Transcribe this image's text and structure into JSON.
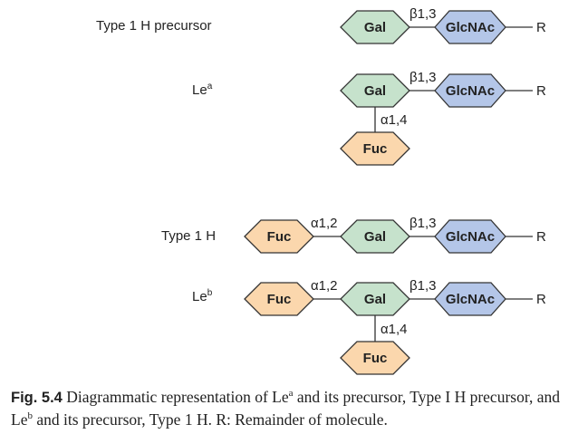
{
  "rows": [
    {
      "label": "Type 1 H precursor",
      "superscript": ""
    },
    {
      "label": "Le",
      "superscript": "a"
    },
    {
      "label": "Type 1 H",
      "superscript": ""
    },
    {
      "label": "Le",
      "superscript": "b"
    }
  ],
  "sugars": {
    "gal": "Gal",
    "glcnac": "GlcNAc",
    "fuc": "Fuc"
  },
  "linkages": {
    "b13": "β1,3",
    "a14": "α1,4",
    "a12": "α1,2"
  },
  "remainder": "R",
  "colors": {
    "gal": "#c6e2cc",
    "glcnac": "#b4c6e8",
    "fuc": "#fbd7ad",
    "outline": "#333333"
  },
  "caption": {
    "fig": "Fig. 5.4",
    "p1": " Diagrammatic representation of Le",
    "s1": "a",
    "p2": " and its precursor, Type I H precursor, and Le",
    "s2": "b",
    "p3": " and its precursor, Type 1 H. R: Remainder of molecule."
  }
}
